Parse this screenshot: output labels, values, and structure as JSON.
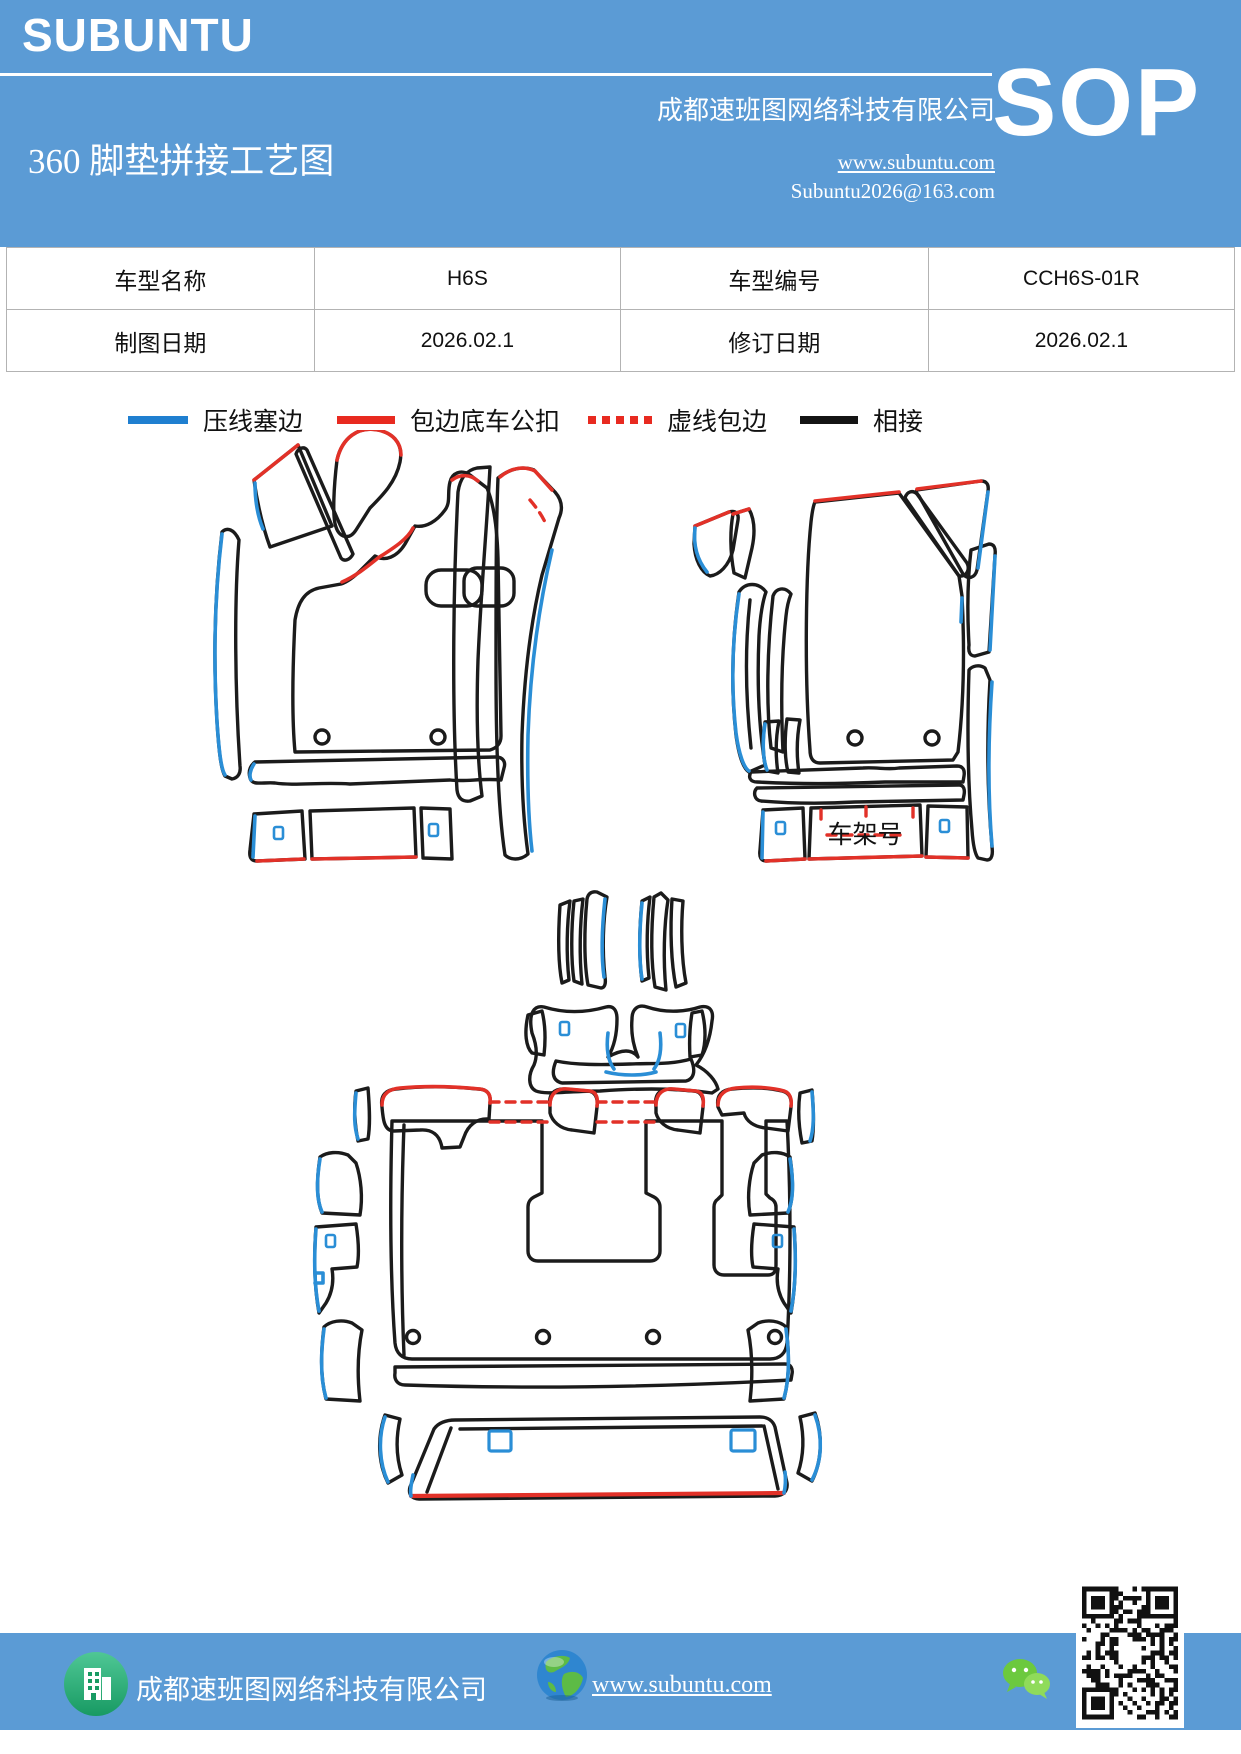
{
  "header": {
    "logo": "SUBUNTU",
    "title": "360 脚垫拼接工艺图",
    "company": "成都速班图网络科技有限公司",
    "website": "www.subuntu.com",
    "email": "Subuntu2026@163.com",
    "badge": "SOP",
    "bg_color": "#5b9bd5"
  },
  "info_table": {
    "rows": [
      [
        "车型名称",
        "H6S",
        "车型编号",
        "CCH6S-01R"
      ],
      [
        "制图日期",
        "2026.02.1",
        "修订日期",
        "2026.02.1"
      ]
    ]
  },
  "legend": {
    "items": [
      {
        "label": "压线塞边",
        "color": "#1f7fd0",
        "style": "solid"
      },
      {
        "label": "包边底车公扣",
        "color": "#e82a20",
        "style": "solid"
      },
      {
        "label": "虚线包边",
        "color": "#e82a20",
        "style": "dashed"
      },
      {
        "label": "相接",
        "color": "#141414",
        "style": "solid"
      }
    ]
  },
  "diagrams": {
    "frame_label": "车架号",
    "line_colors": {
      "black": "#1b1b1b",
      "blue": "#2a8ed6",
      "red": "#e23128"
    }
  },
  "footer": {
    "company": "成都速班图网络科技有限公司",
    "website": "www.subuntu.com",
    "bg_color": "#5b9bd5"
  }
}
